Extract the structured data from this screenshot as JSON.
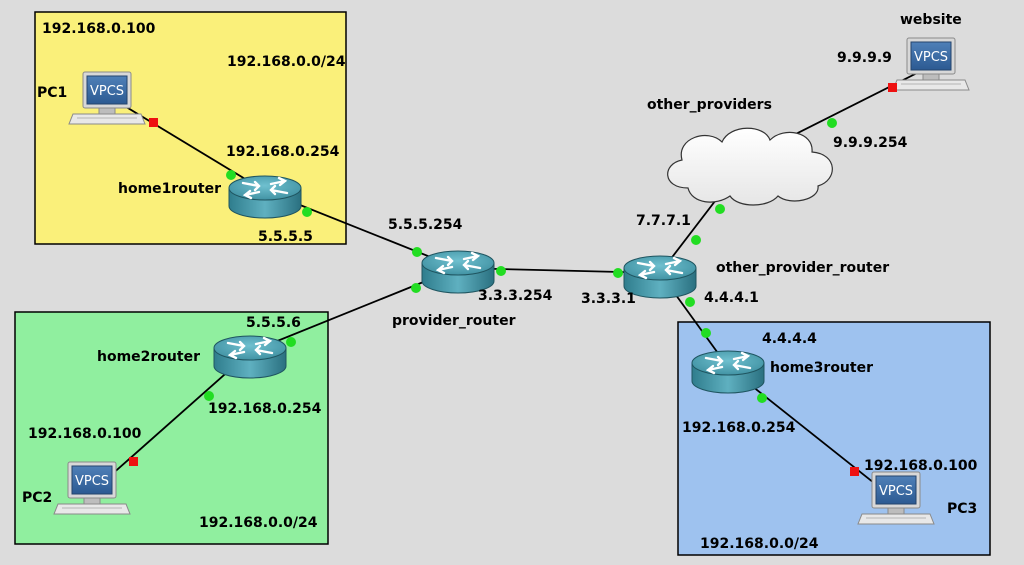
{
  "zones": {
    "home1": {
      "color": "#faf07a"
    },
    "home2": {
      "color": "#90ef9f"
    },
    "home3": {
      "color": "#9ec2ef"
    }
  },
  "labels": {
    "pc1_ip": "192.168.0.100",
    "pc1_name": "PC1",
    "home1_subnet": "192.168.0.0/24",
    "home1router_lan_ip": "192.168.0.254",
    "home1router_name": "home1router",
    "home1router_wan_ip": "5.5.5.5",
    "provider_home1_ip": "5.5.5.254",
    "provider_router_name": "provider_router",
    "provider_to_other_ip": "3.3.3.254",
    "other_to_provider_ip": "3.3.3.1",
    "other_cloud_ip": "7.7.7.1",
    "other_provider_router_name": "other_provider_router",
    "other_home3_ip": "4.4.4.1",
    "cloud_name": "other_providers",
    "cloud_website_ip": "9.9.9.254",
    "website_ip": "9.9.9.9",
    "website_name": "website",
    "home2router_wan_ip": "5.5.5.6",
    "home2router_name": "home2router",
    "home2router_lan_ip": "192.168.0.254",
    "pc2_ip": "192.168.0.100",
    "pc2_name": "PC2",
    "home2_subnet": "192.168.0.0/24",
    "home3router_wan_ip": "4.4.4.4",
    "home3router_name": "home3router",
    "home3router_lan_ip": "192.168.0.254",
    "pc3_ip": "192.168.0.100",
    "pc3_name": "PC3",
    "home3_subnet": "192.168.0.0/24"
  },
  "vpcs_label": "VPCS",
  "colors": {
    "link_up": "#22dd22",
    "link_down": "#ee1111",
    "router_body": "#3a8b9c"
  }
}
